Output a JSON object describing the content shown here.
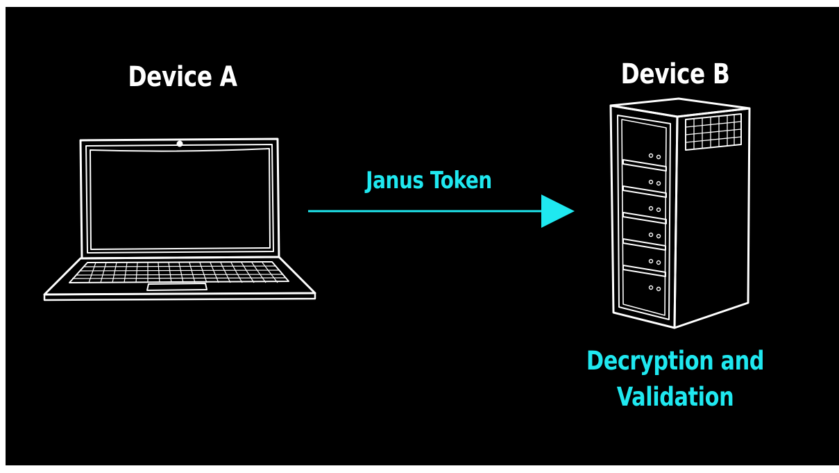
{
  "device_a": {
    "title": "Device A",
    "icon": "laptop-icon"
  },
  "device_b": {
    "title": "Device B",
    "icon": "server-icon"
  },
  "flow": {
    "label": "Janus Token",
    "direction": "device_a-to-device_b"
  },
  "device_b_caption": {
    "line1": "Decryption and",
    "line2": "Validation"
  },
  "colors": {
    "background": "#000000",
    "accent": "#1fe8f0",
    "line_art": "#ffffff"
  }
}
